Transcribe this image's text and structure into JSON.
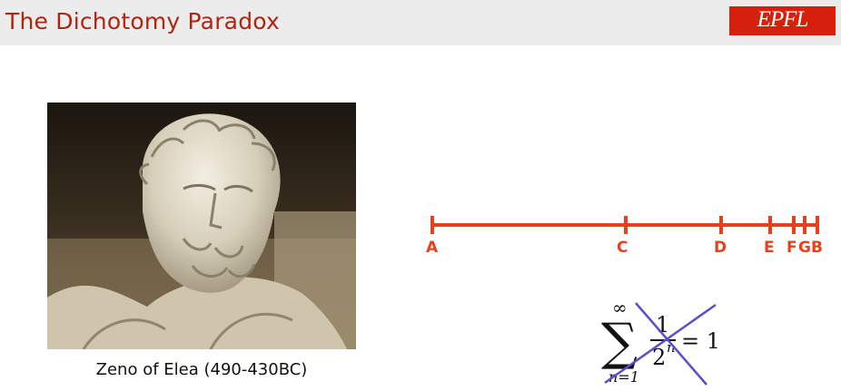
{
  "slide": {
    "title": "The Dichotomy Paradox",
    "logo_text": "EPFL",
    "caption": "Zeno of Elea (490-430BC)",
    "accent_color": "#e8401c",
    "title_color": "#b3240f",
    "strike_color": "#5a4fc9"
  },
  "numberline": {
    "points": [
      "A",
      "C",
      "D",
      "E",
      "F",
      "G",
      "B"
    ]
  },
  "formula": {
    "upper": "∞",
    "sigma": "∑",
    "lower": "n=1",
    "numerator": "1",
    "denominator": "2",
    "exponent": "n",
    "rhs": "= 1"
  }
}
